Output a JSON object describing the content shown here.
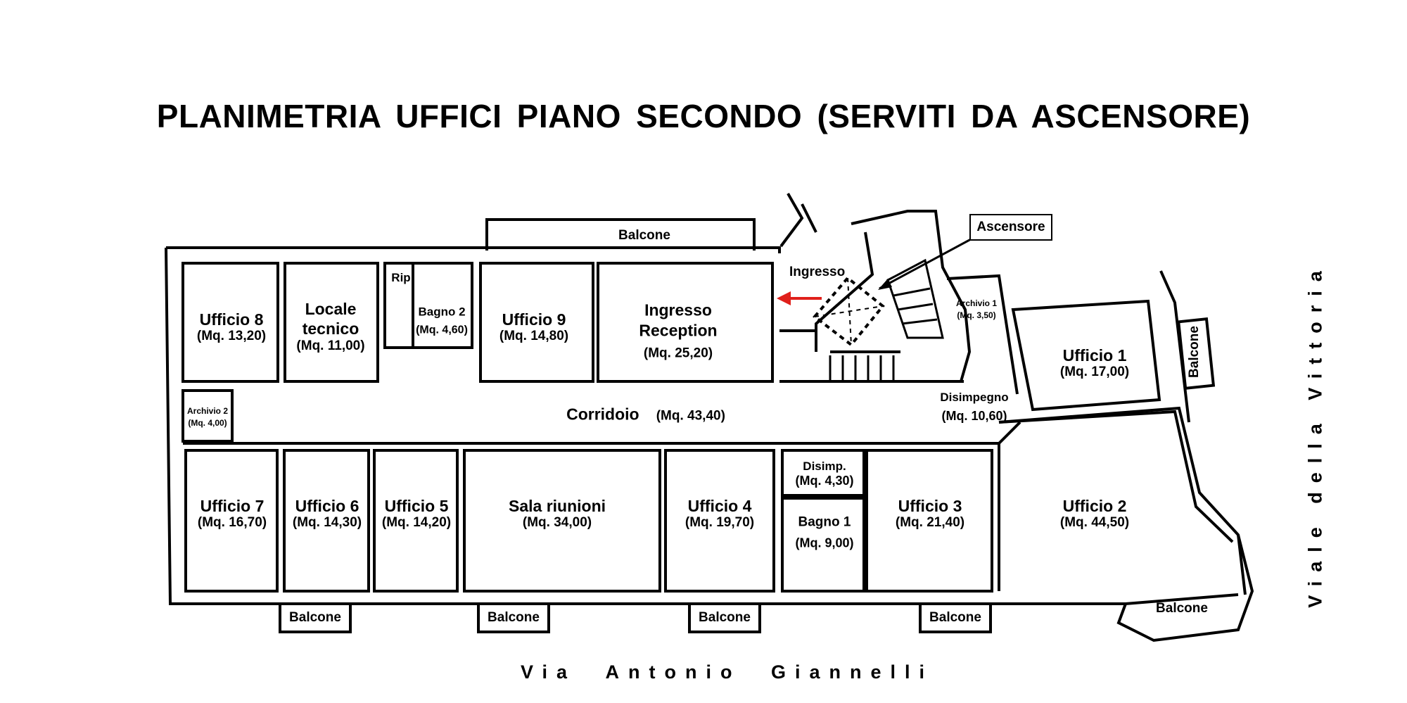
{
  "title": "PLANIMETRIA  UFFICI  PIANO SECONDO  (SERVITI  DA  ASCENSORE)",
  "streets": {
    "bottom": "Via  Antonio  Giannelli",
    "right": "Viale della Vittoria"
  },
  "rooms": {
    "ufficio8": {
      "name": "Ufficio 8",
      "area": "(Mq. 13,20)"
    },
    "locale_tecnico": {
      "name": "Locale tecnico",
      "area": "(Mq. 11,00)"
    },
    "rip": {
      "name": "Rip"
    },
    "bagno2": {
      "name": "Bagno 2",
      "area": "(Mq. 4,60)"
    },
    "ufficio9": {
      "name": "Ufficio 9",
      "area": "(Mq. 14,80)"
    },
    "ingresso_reception": {
      "name": "Ingresso Reception",
      "area": "(Mq. 25,20)"
    },
    "archivio1": {
      "name": "Archivio 1",
      "area": "(Mq. 3,50)"
    },
    "ufficio1": {
      "name": "Ufficio 1",
      "area": "(Mq. 17,00)"
    },
    "archivio2": {
      "name": "Archivio 2",
      "area": "(Mq. 4,00)"
    },
    "corridoio": {
      "name": "Corridoio",
      "area": "(Mq. 43,40)"
    },
    "disimpegno": {
      "name": "Disimpegno",
      "area": "(Mq. 10,60)"
    },
    "ufficio7": {
      "name": "Ufficio 7",
      "area": "(Mq. 16,70)"
    },
    "ufficio6": {
      "name": "Ufficio 6",
      "area": "(Mq. 14,30)"
    },
    "ufficio5": {
      "name": "Ufficio 5",
      "area": "(Mq. 14,20)"
    },
    "sala_riunioni": {
      "name": "Sala riunioni",
      "area": "(Mq. 34,00)"
    },
    "ufficio4": {
      "name": "Ufficio 4",
      "area": "(Mq. 19,70)"
    },
    "disimp": {
      "name": "Disimp.",
      "area": "(Mq. 4,30)"
    },
    "bagno1": {
      "name": "Bagno 1",
      "area": "(Mq. 9,00)"
    },
    "ufficio3": {
      "name": "Ufficio 3",
      "area": "(Mq. 21,40)"
    },
    "ufficio2": {
      "name": "Ufficio 2",
      "area": "(Mq. 44,50)"
    }
  },
  "balconies": {
    "top": "Balcone",
    "right": "Balcone",
    "bottom1": "Balcone",
    "bottom2": "Balcone",
    "bottom3": "Balcone",
    "bottom4": "Balcone",
    "bottom5": "Balcone"
  },
  "annotations": {
    "ascensore": "Ascensore",
    "ingresso": "Ingresso"
  },
  "colors": {
    "walls": "#000000",
    "entrance_arrow": "#e0201b"
  }
}
